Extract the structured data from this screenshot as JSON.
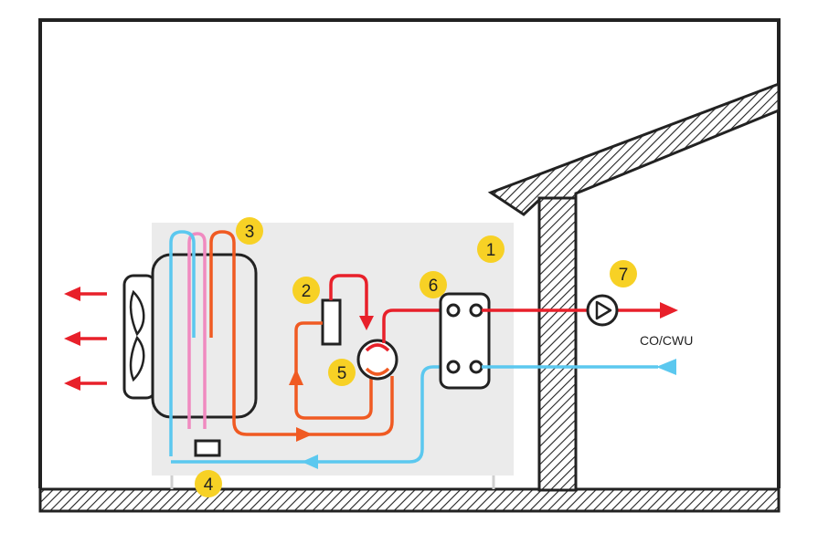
{
  "flow_label": "CO/CWU",
  "badges": [
    {
      "id": "outdoor-unit",
      "number": "1"
    },
    {
      "id": "expansion-valve",
      "number": "2"
    },
    {
      "id": "evaporator",
      "number": "3"
    },
    {
      "id": "condensate-tray",
      "number": "4"
    },
    {
      "id": "compressor",
      "number": "5"
    },
    {
      "id": "plate-heat-exchanger",
      "number": "6"
    },
    {
      "id": "circulation-pump",
      "number": "7"
    }
  ],
  "colors": {
    "hot_line": "#e8202a",
    "refrigerant_line": "#f05a22",
    "cold_line": "#5bc8ef",
    "evaporator_pink": "#f08ac0",
    "badge": "#f7d125",
    "unit_fill": "#ebebeb",
    "outline": "#222222"
  }
}
